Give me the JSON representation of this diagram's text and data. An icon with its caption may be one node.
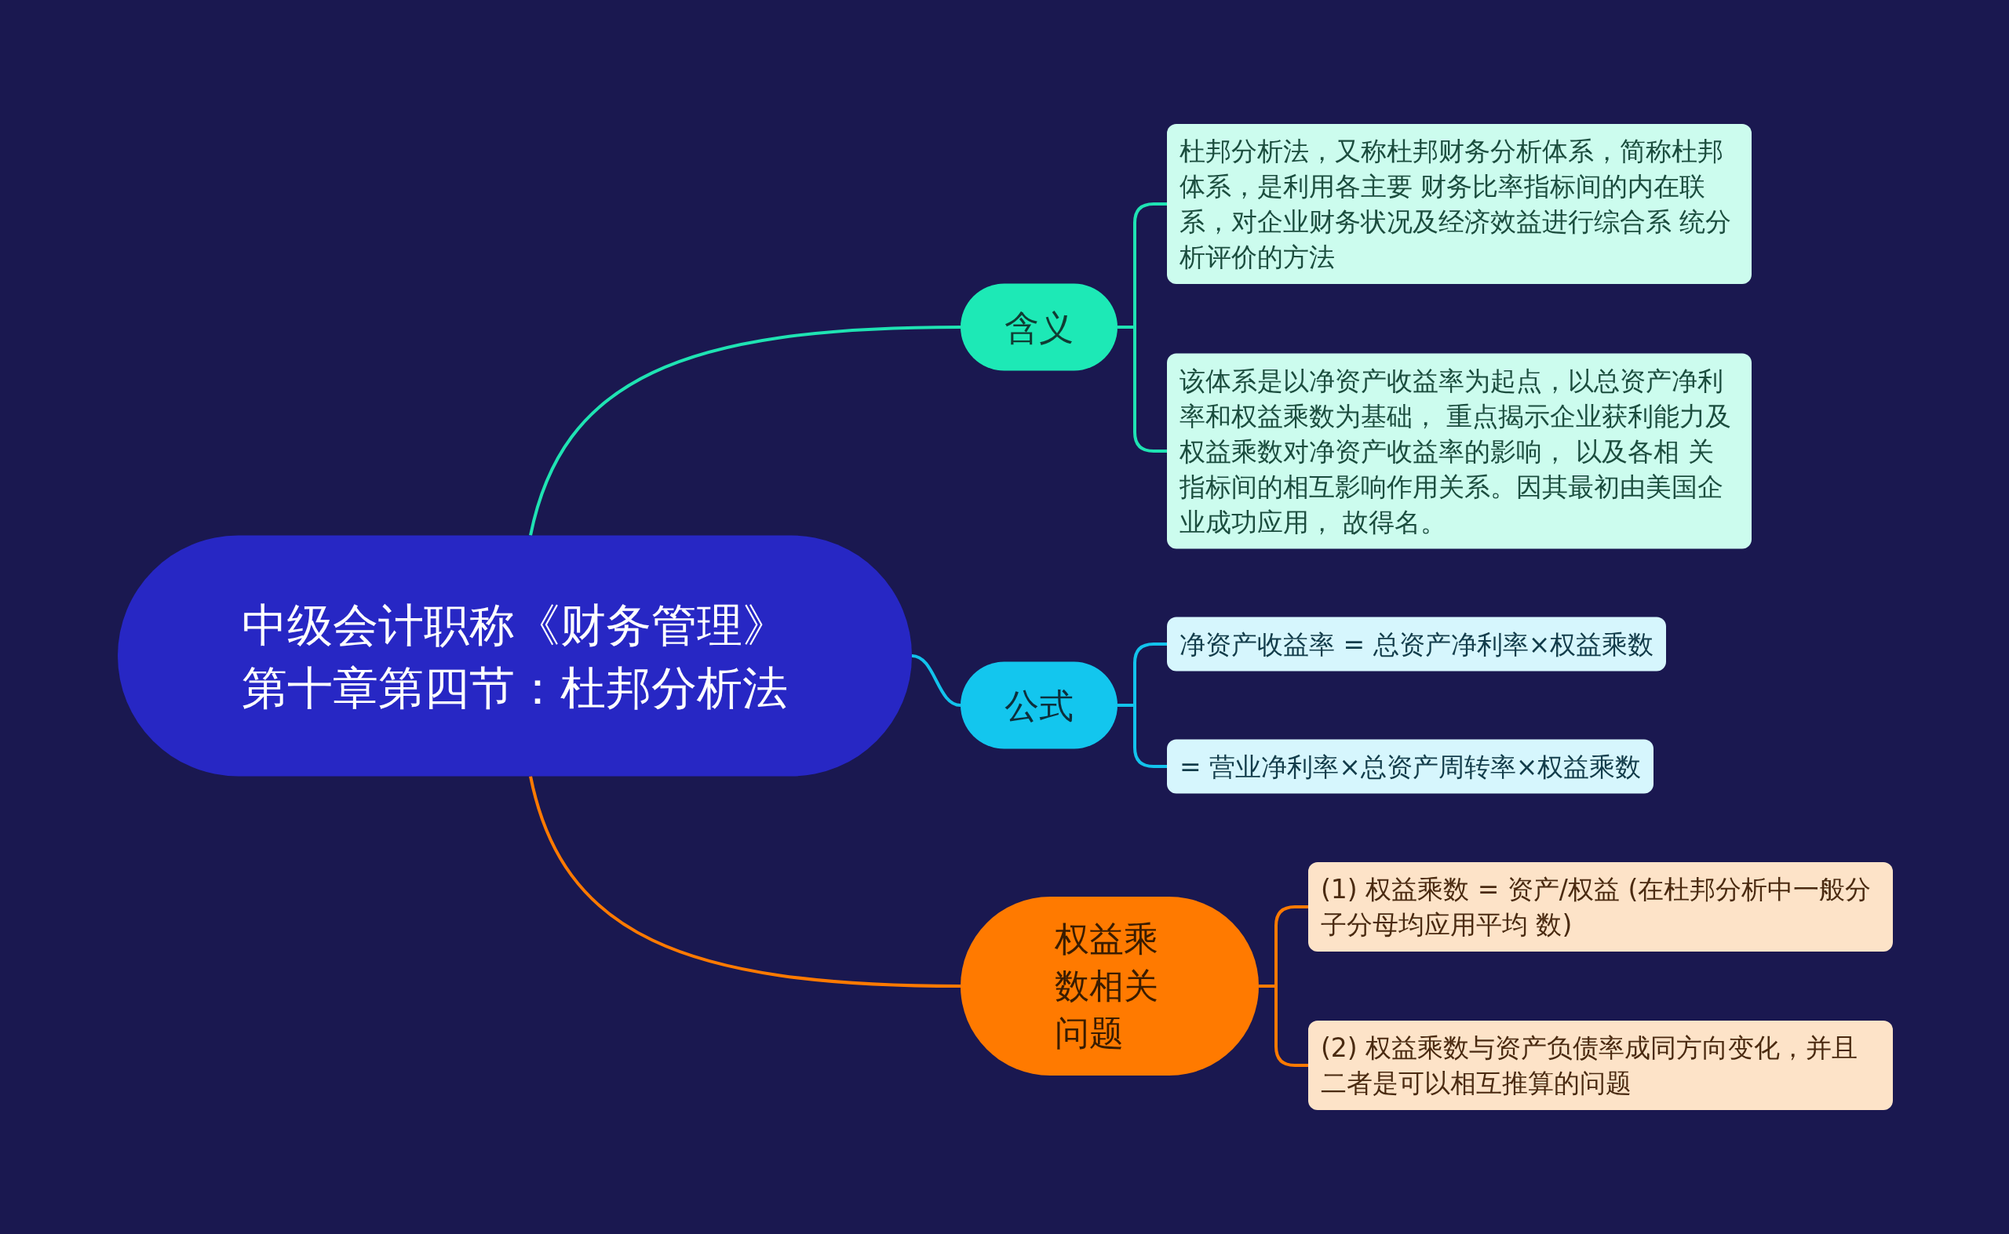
{
  "diagram": {
    "nodes": [
      {
        "text": [
          "中级会计职称《财务管理》第十章第四节：杜邦分析法"
        ]
      },
      {
        "text": [
          "含义"
        ]
      },
      {
        "text": [
          "杜邦分析法，又称杜邦财务分析体系，简称杜邦体系，是利用各主要 财务比率指标间的内在联系，对企业财务状况及经济效益进行综合系 统分析评价的方法"
        ]
      },
      {
        "text": [
          "该体系是以净资产收益率为起点，以总资产净利率和权益乘数为基础， 重点揭示企业获利能力及权益乘数对净资产收益率的影响， 以及各相 关指标间的相互影响作用关系。因其最初由美国企业成功应用， 故得名。"
        ]
      },
      {
        "text": [
          "公式"
        ]
      },
      {
        "text": [
          "净资产收益率 = 总资产净利率×权益乘数"
        ]
      },
      {
        "text": [
          "= 营业净利率×总资产周转率×权益乘数"
        ]
      },
      {
        "text": [
          "权益乘数相关问题"
        ]
      },
      {
        "text": [
          "(1) 权益乘数 = 资产/权益 (在杜邦分析中一般分子分母均应用平均 数)"
        ]
      },
      {
        "text": [
          "(2) 权益乘数与资产负债率成同方向变化，并且二者是可以相互推算的问题"
        ]
      }
    ],
    "edges": [
      {
        "from": 0,
        "to": 1,
        "arrow": "none",
        "color": "#1fe3b3"
      },
      {
        "from": 1,
        "to": 2,
        "arrow": "none",
        "color": "#1fe3b3"
      },
      {
        "from": 1,
        "to": 3,
        "arrow": "none",
        "color": "#1fe3b3"
      },
      {
        "from": 0,
        "to": 4,
        "arrow": "none",
        "color": "#12c3ec"
      },
      {
        "from": 4,
        "to": 5,
        "arrow": "none",
        "color": "#12c3ec"
      },
      {
        "from": 4,
        "to": 6,
        "arrow": "none",
        "color": "#12c3ec"
      },
      {
        "from": 0,
        "to": 7,
        "arrow": "none",
        "color": "#ff7a00"
      },
      {
        "from": 7,
        "to": 8,
        "arrow": "none",
        "color": "#ff7a00"
      },
      {
        "from": 7,
        "to": 9,
        "arrow": "none",
        "color": "#ff7a00"
      }
    ]
  }
}
